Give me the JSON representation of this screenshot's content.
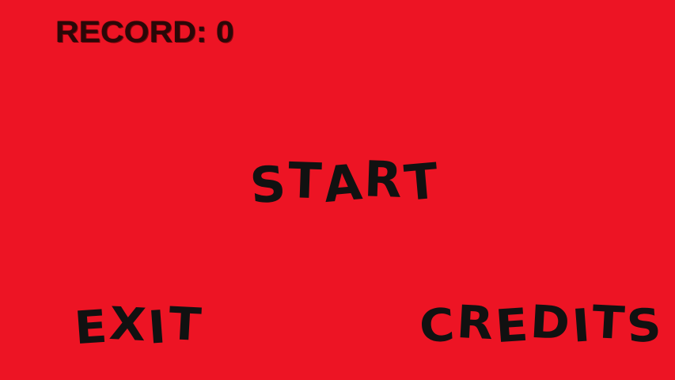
{
  "hud": {
    "record_label": "RECORD:",
    "record_value": "0"
  },
  "menu": {
    "start": "START",
    "exit": "EXIT",
    "credits": "CREDITS"
  },
  "colors": {
    "background": "#ED1424",
    "text": "#111111",
    "record": "#2a0808"
  }
}
